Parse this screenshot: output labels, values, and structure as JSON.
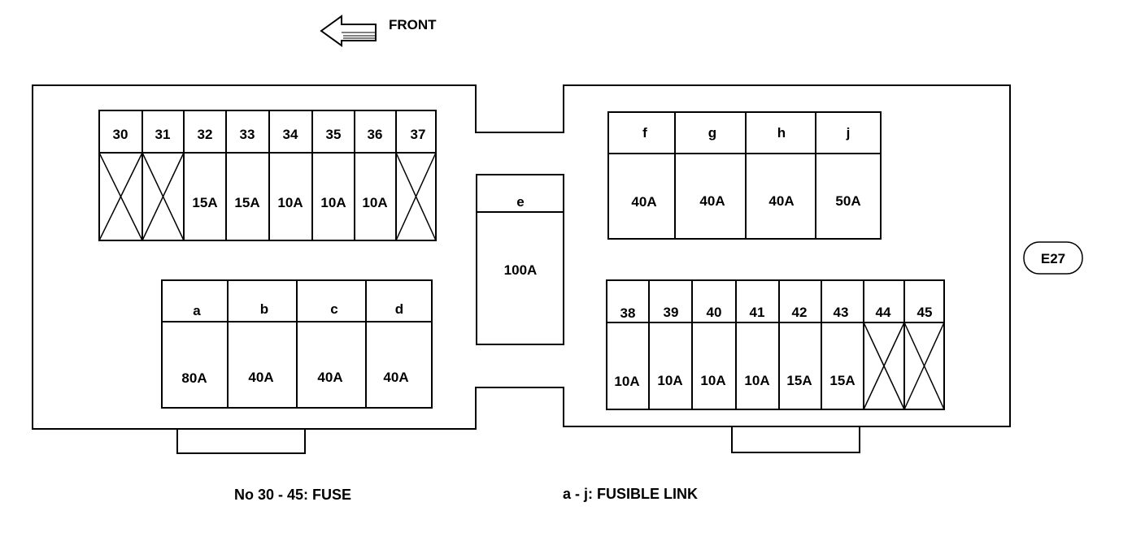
{
  "header": {
    "front_label": "FRONT"
  },
  "connector_label": "E27",
  "legend": {
    "fuse": "No 30 - 45:  FUSE",
    "fusible_link": "a - j:  FUSIBLE LINK"
  },
  "fuse_rows": {
    "top_left": [
      {
        "no": "30",
        "rating": null
      },
      {
        "no": "31",
        "rating": null
      },
      {
        "no": "32",
        "rating": "15A"
      },
      {
        "no": "33",
        "rating": "15A"
      },
      {
        "no": "34",
        "rating": "10A"
      },
      {
        "no": "35",
        "rating": "10A"
      },
      {
        "no": "36",
        "rating": "10A"
      },
      {
        "no": "37",
        "rating": null
      }
    ],
    "bottom_right": [
      {
        "no": "38",
        "rating": "10A"
      },
      {
        "no": "39",
        "rating": "10A"
      },
      {
        "no": "40",
        "rating": "10A"
      },
      {
        "no": "41",
        "rating": "10A"
      },
      {
        "no": "42",
        "rating": "15A"
      },
      {
        "no": "43",
        "rating": "15A"
      },
      {
        "no": "44",
        "rating": null
      },
      {
        "no": "45",
        "rating": null
      }
    ]
  },
  "link_rows": {
    "bottom_left": [
      {
        "id": "a",
        "rating": "80A"
      },
      {
        "id": "b",
        "rating": "40A"
      },
      {
        "id": "c",
        "rating": "40A"
      },
      {
        "id": "d",
        "rating": "40A"
      }
    ],
    "center": [
      {
        "id": "e",
        "rating": "100A"
      }
    ],
    "top_right": [
      {
        "id": "f",
        "rating": "40A"
      },
      {
        "id": "g",
        "rating": "40A"
      },
      {
        "id": "h",
        "rating": "40A"
      },
      {
        "id": "j",
        "rating": "50A"
      }
    ]
  }
}
